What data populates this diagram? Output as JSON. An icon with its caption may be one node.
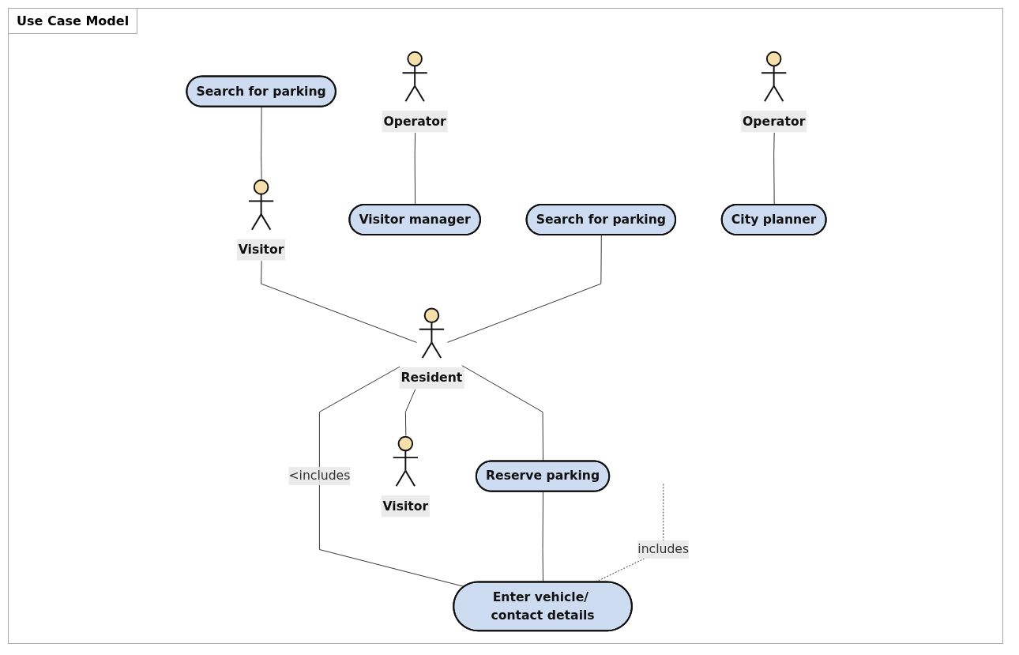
{
  "diagram": {
    "title": "Use Case Model",
    "nodes": [
      {
        "text": [
          "Search for parking"
        ]
      },
      {
        "text": [
          "Visitor manager"
        ]
      },
      {
        "text": [
          "Operator"
        ]
      },
      {
        "text": [
          "Visitor"
        ]
      },
      {
        "text": [
          "Search for parking"
        ]
      },
      {
        "text": [
          "Resident"
        ]
      },
      {
        "text": [
          "Operator"
        ]
      },
      {
        "text": [
          "Reserve parking"
        ]
      },
      {
        "text": [
          "City planner"
        ]
      },
      {
        "text": [
          "Visitor"
        ]
      },
      {
        "text": [
          "Enter vehicle/ contact details"
        ]
      }
    ],
    "edges": [
      {
        "from": 4,
        "to": 3,
        "arrow": "none"
      },
      {
        "from": 3,
        "to": 5,
        "arrow": "none"
      },
      {
        "from": 0,
        "to": 5,
        "arrow": "none"
      },
      {
        "from": 2,
        "to": 1,
        "arrow": "none"
      },
      {
        "from": 6,
        "to": 8,
        "arrow": "none"
      },
      {
        "from": 5,
        "to": 9,
        "arrow": "none"
      },
      {
        "from": 5,
        "to": 7,
        "arrow": "none"
      },
      {
        "from": 5,
        "to": 10,
        "arrow": "none",
        "label": "<includes"
      },
      {
        "from": 7,
        "to": 10,
        "arrow": "none"
      },
      {
        "from": null,
        "to": 10,
        "arrow": "none",
        "style": "dashed",
        "label": "includes"
      }
    ]
  }
}
